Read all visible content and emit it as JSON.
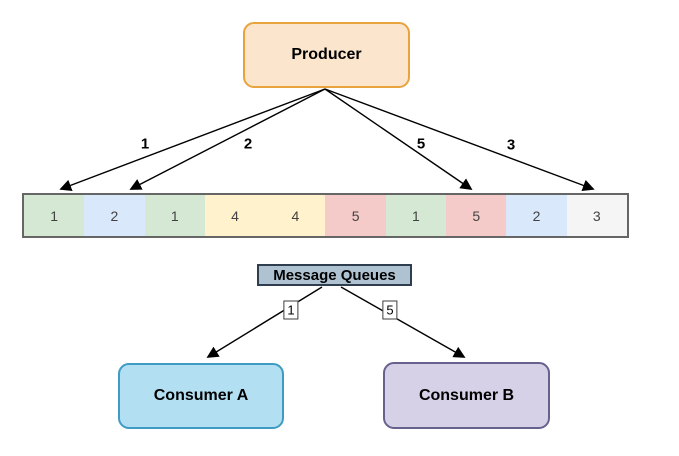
{
  "diagram": {
    "background": "#FFFFFF",
    "arrow_color": "#000000",
    "producer": {
      "label": "Producer",
      "fill": "#FCE5CD",
      "stroke": "#E8A33D"
    },
    "partition_arrows": [
      {
        "label": "1"
      },
      {
        "label": "2"
      },
      {
        "label": "5"
      },
      {
        "label": "3"
      }
    ],
    "queue": {
      "title": "Message Queues",
      "title_fill": "#AEC2D2",
      "title_stroke": "#2E3E4E",
      "cells": [
        {
          "value": "1",
          "color": "#D5E8D4"
        },
        {
          "value": "2",
          "color": "#DAE8FC"
        },
        {
          "value": "1",
          "color": "#D5E8D4"
        },
        {
          "value": "4",
          "color": "#FFF2CC"
        },
        {
          "value": "4",
          "color": "#FFF2CC"
        },
        {
          "value": "5",
          "color": "#F5CBC9"
        },
        {
          "value": "1",
          "color": "#D5E8D4"
        },
        {
          "value": "5",
          "color": "#F5CBC9"
        },
        {
          "value": "2",
          "color": "#DAE8FC"
        },
        {
          "value": "3",
          "color": "#F5F5F5"
        }
      ]
    },
    "delivery_arrows": [
      {
        "label": "1"
      },
      {
        "label": "5"
      }
    ],
    "consumers": [
      {
        "label": "Consumer A",
        "fill": "#B3DFF2",
        "stroke": "#3D9BC4"
      },
      {
        "label": "Consumer B",
        "fill": "#D6D1E6",
        "stroke": "#66618D"
      }
    ]
  }
}
